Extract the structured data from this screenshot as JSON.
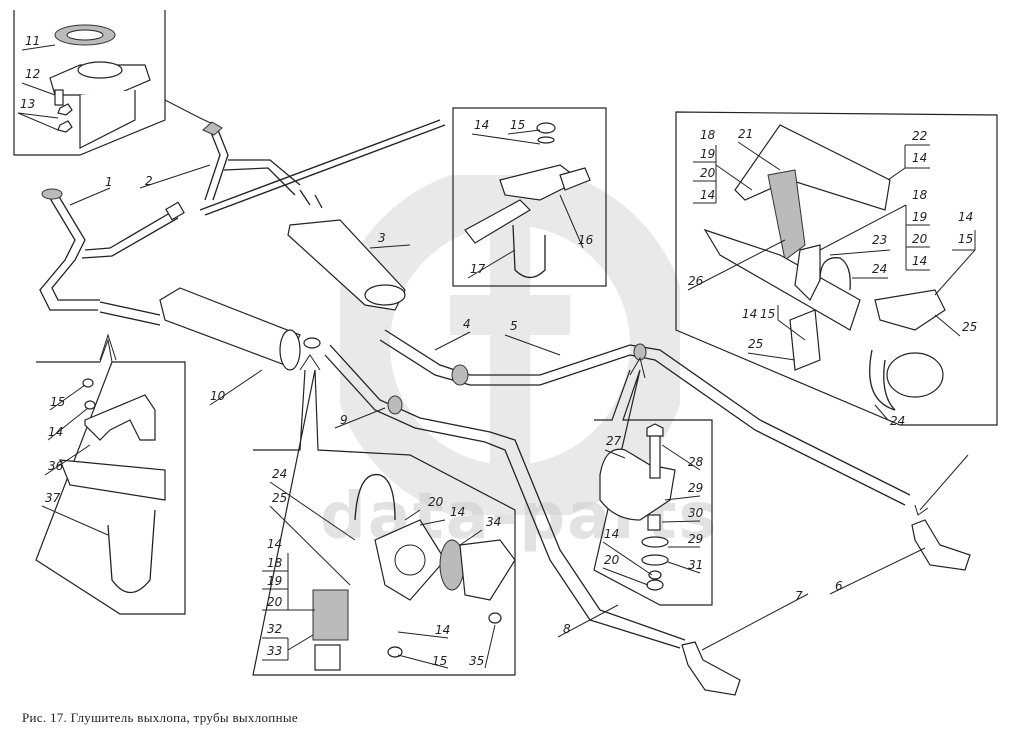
{
  "caption": "Рис. 17. Глушитель выхлопа, трубы выхлопные",
  "watermark": "data-parts",
  "callouts": {
    "main": [
      "1",
      "2",
      "3",
      "4",
      "5",
      "6",
      "7",
      "8",
      "9",
      "10"
    ],
    "inset_flange": [
      "11",
      "12",
      "13"
    ],
    "inset_clamp_top": [
      "14",
      "15",
      "16",
      "17"
    ],
    "inset_rear_mount": [
      "18",
      "19",
      "20",
      "14",
      "21",
      "22",
      "14",
      "18",
      "19",
      "20",
      "14",
      "23",
      "24",
      "26",
      "14",
      "15",
      "14",
      "15",
      "25",
      "25",
      "24"
    ],
    "inset_front_clamp": [
      "15",
      "14",
      "36",
      "37"
    ],
    "inset_flange_mount": [
      "24",
      "25",
      "20",
      "14",
      "34",
      "14",
      "18",
      "19",
      "20",
      "32",
      "33",
      "14",
      "15",
      "35"
    ],
    "inset_bolt": [
      "27",
      "28",
      "29",
      "30",
      "29",
      "14",
      "31",
      "20"
    ]
  }
}
